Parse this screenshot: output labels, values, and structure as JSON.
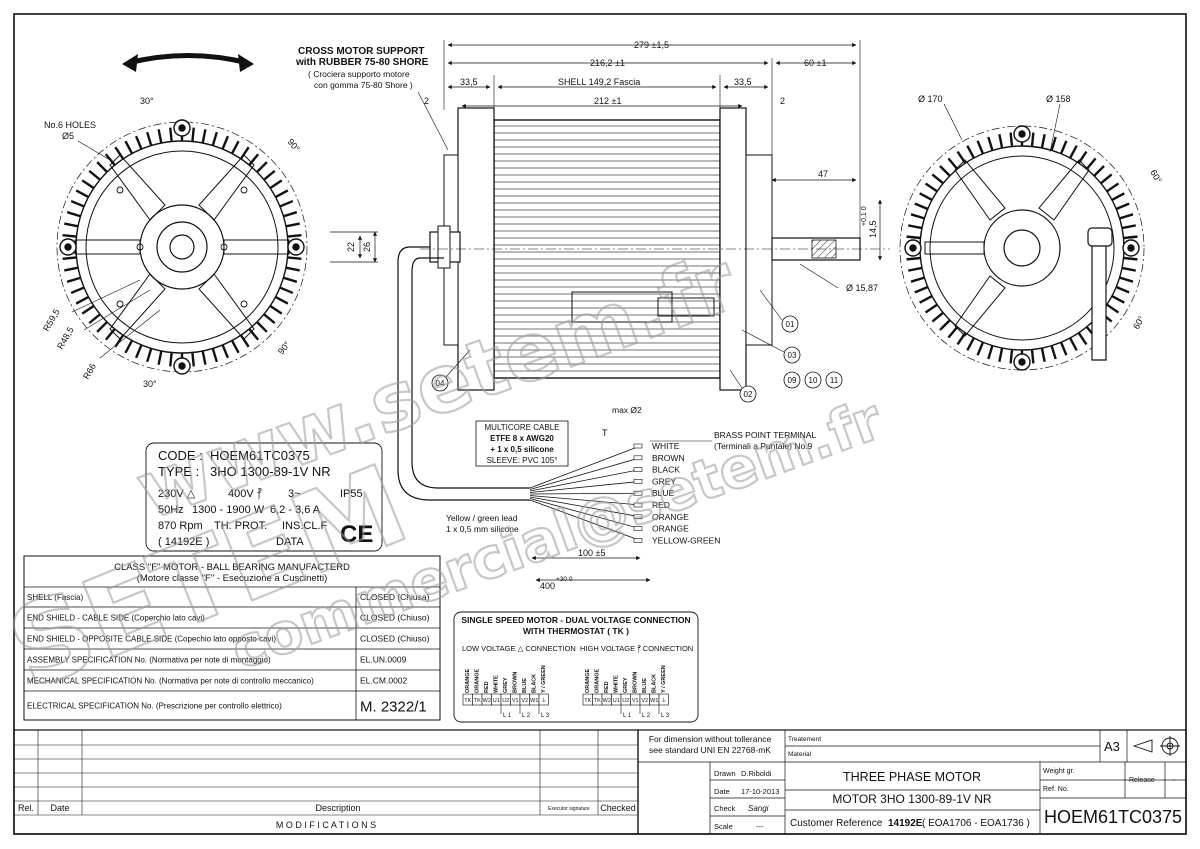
{
  "annotations": {
    "cross_support": [
      "CROSS MOTOR SUPPORT",
      "with RUBBER 75-80 SHORE",
      "( Crociera supporto motore",
      "con gomma 75-80 Shore )"
    ],
    "holes": [
      "No.6 HOLES",
      "Ø5"
    ],
    "angles": {
      "a30_top": "30°",
      "a90_upper": "90°",
      "a90_lower": "90°",
      "a30_bottom": "30°",
      "a60_upper": "60°",
      "a60_lower": "60°"
    },
    "radii": {
      "r595": "R59,5",
      "r485": "R48,5",
      "r66": "R66"
    },
    "diameters": {
      "d170": "Ø 170",
      "d158": "Ø 158",
      "d1587": "Ø 15,87",
      "max_d2": "max Ø2"
    },
    "dims": {
      "d279": "279 ±1,5",
      "d2162": "216,2 ±1",
      "d60": "60 ±1",
      "d335a": "33,5",
      "d335b": "33,5",
      "shell": "SHELL  149,2  Fascia",
      "d212": "212 ±1",
      "d2a": "2",
      "d2b": "2",
      "d47": "47",
      "d145": "14,5",
      "d145tol": "+0,1  0",
      "d22": "22",
      "d26": "26",
      "d100": "100 ±5",
      "d400": "400",
      "d400tol": "+30 0",
      "dT": "T"
    },
    "callouts": [
      "01",
      "02",
      "03",
      "04",
      "09",
      "10",
      "11"
    ],
    "cable": [
      "MULTICORE CABLE",
      "ETFE 8 x AWG20",
      "+ 1 x 0,5 silicone",
      "SLEEVE: PVC 105°"
    ],
    "brass": [
      "BRASS POINT TERMINAL",
      "(Terminali a Puntale)  No.9"
    ],
    "wire_colors": [
      "WHITE",
      "BROWN",
      "BLACK",
      "GREY",
      "BLUE",
      "RED",
      "ORANGE",
      "ORANGE",
      "YELLOW-GREEN"
    ],
    "yg_lead": [
      "Yellow / green lead",
      "1 x 0,5 mm  silicone"
    ]
  },
  "nameplate": {
    "code_label": "CODE :",
    "code": "HOEM61TC0375",
    "type_label": "TYPE :",
    "type": "3HO 1300-89-1V  NR",
    "row1": [
      "230V △",
      "400V ⳨",
      "3~",
      "IP55"
    ],
    "row2": [
      "50Hz",
      "1300 - 1900 W",
      "6,2 - 3,6 A"
    ],
    "row3": [
      "870 Rpm",
      "TH. PROT.",
      "INS.CL.F"
    ],
    "row4": [
      "( 14192E )",
      "DATA"
    ],
    "ce": "CE"
  },
  "spec_table": {
    "header": [
      "CLASS  \"F\"  MOTOR   -   BALL BEARING MANUFACTERD",
      "(Motore classe \"F\" -  Esecuzione a Cuscinetti)"
    ],
    "rows": [
      {
        "label": "SHELL  (Fascia)",
        "value": "CLOSED  (Chiusa)"
      },
      {
        "label": "END SHIELD - CABLE  SIDE (Coperchio lato cavi)",
        "value": "CLOSED  (Chiuso)"
      },
      {
        "label": "END SHIELD - OPPOSITE  CABLE SIDE (Copechio lato opposto cavi)",
        "value": "CLOSED  (Chiuso)"
      },
      {
        "label": "ASSEMBLY SPECIFICATION  No. (Normativa per note di montaggio)",
        "value": "EL.UN.0009"
      },
      {
        "label": "MECHANICAL SPECIFICATION No. (Normativa per note di controllo meccanico)",
        "value": "EL.CM.0002"
      },
      {
        "label": "ELECTRICAL SPECIFICATION No. (Prescrizione per controllo elettrico)",
        "value": "M.  2322/1"
      }
    ]
  },
  "connection": {
    "title": [
      "SINGLE SPEED MOTOR  -  DUAL VOLTAGE CONNECTION",
      "WITH THERMOSTAT  ( TK )"
    ],
    "low_label": "LOW VOLTAGE △ CONNECTION",
    "high_label": "HIGH VOLTAGE ⳨ CONNECTION",
    "wires": [
      "ORANGE",
      "ORANGE",
      "RED",
      "WHITE",
      "GREY",
      "BROWN",
      "BLUE",
      "BLACK",
      "Y / GREEN"
    ],
    "terminals": [
      "TK",
      "TK",
      "W2",
      "U1",
      "U2",
      "V1",
      "V2",
      "W1",
      "⏚"
    ],
    "lines": [
      "L 1",
      "L 2",
      "L 3"
    ]
  },
  "title_block": {
    "tolerance": [
      "For dimension without tollerance",
      "see standard UNI EN 22768-mK"
    ],
    "treatment": "Treatement",
    "material": "Material",
    "format": "A3",
    "drawn_label": "Drawn",
    "drawn": "D.Riboldi",
    "date_label": "Date",
    "date": "17-10-2013",
    "check_label": "Check",
    "check": "Sangi",
    "scale_label": "Scale",
    "scale": "---",
    "title1": "THREE PHASE MOTOR",
    "title2": "MOTOR  3HO 1300-89-1V  NR",
    "customer_label": "Customer Reference",
    "customer_code": "14192E",
    "customer_rest": "( EOA1706 - EOA1736 )",
    "weight": "Weight gr.",
    "ref_no": "Ref. No.",
    "release": "Release",
    "release_value": "-",
    "drawing_code": "HOEM61TC0375"
  },
  "modifications": {
    "headers": [
      "Rel.",
      "Date",
      "Description",
      "Executor signature",
      "Checked"
    ],
    "footer": "M O D I F I C A T I O N S"
  },
  "watermark": [
    "www.setem.fr",
    "commercial@setem.fr",
    "SETEM"
  ]
}
